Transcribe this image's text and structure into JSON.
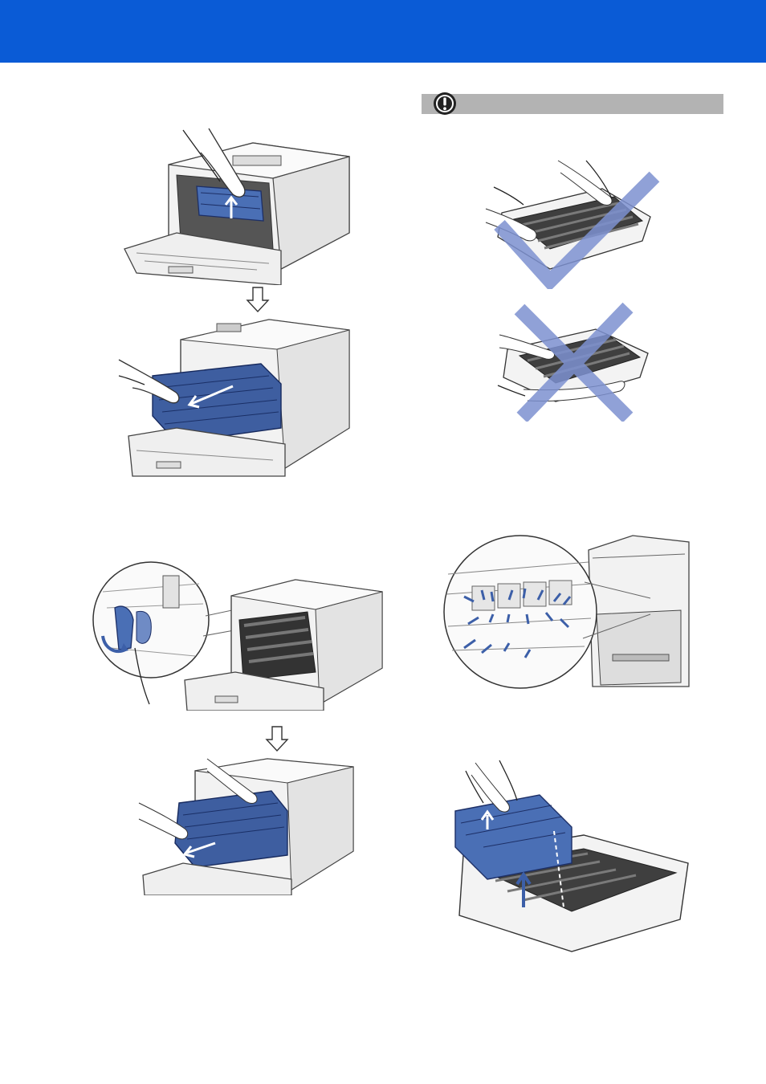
{
  "page": {
    "header_color": "#0a5bd6",
    "caution_bar_color": "#b3b3b3",
    "accent_blue": "#4a6fb5",
    "cross_blue": "#7d90d0"
  },
  "caution": {
    "icon": "exclamation-icon"
  },
  "illustrations": [
    {
      "name": "lift-upper-cover-step",
      "icon": "printer-open-front-icon"
    },
    {
      "name": "pull-out-drum-unit-step",
      "icon": "printer-drum-pull-icon"
    },
    {
      "name": "do-not-hold-by-handles-warning",
      "icon": "incorrect-handling-cross-icon"
    },
    {
      "name": "do-not-hold-by-edge-warning",
      "icon": "incorrect-handling-cross-icon"
    },
    {
      "name": "release-lock-lever-step",
      "icon": "lock-lever-zoom-icon"
    },
    {
      "name": "remove-drum-unit-step",
      "icon": "printer-drum-remove-icon"
    },
    {
      "name": "clean-electrodes-detail",
      "icon": "electrodes-zoom-icon"
    },
    {
      "name": "remove-belt-unit-step",
      "icon": "belt-unit-lift-icon"
    }
  ]
}
